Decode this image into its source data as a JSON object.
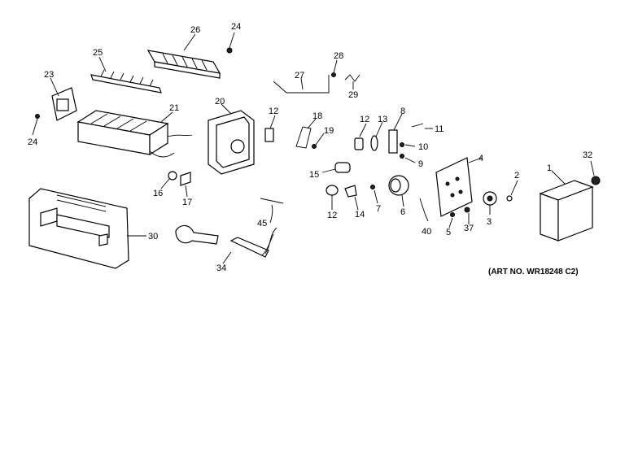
{
  "art_number": "(ART NO. WR18248 C2)",
  "callouts": {
    "c1": "1",
    "c2": "2",
    "c3": "3",
    "c4": "4",
    "c5": "5",
    "c6": "6",
    "c7": "7",
    "c8": "8",
    "c9": "9",
    "c10": "10",
    "c11": "11",
    "c12a": "12",
    "c12b": "12",
    "c12c": "12",
    "c13": "13",
    "c14": "14",
    "c15": "15",
    "c16": "16",
    "c17": "17",
    "c18": "18",
    "c19": "19",
    "c20": "20",
    "c21": "21",
    "c23": "23",
    "c24a": "24",
    "c24b": "24",
    "c25": "25",
    "c26": "26",
    "c27": "27",
    "c28": "28",
    "c29": "29",
    "c30": "30",
    "c32": "32",
    "c34": "34",
    "c37": "37",
    "c40": "40",
    "c45": "45"
  }
}
